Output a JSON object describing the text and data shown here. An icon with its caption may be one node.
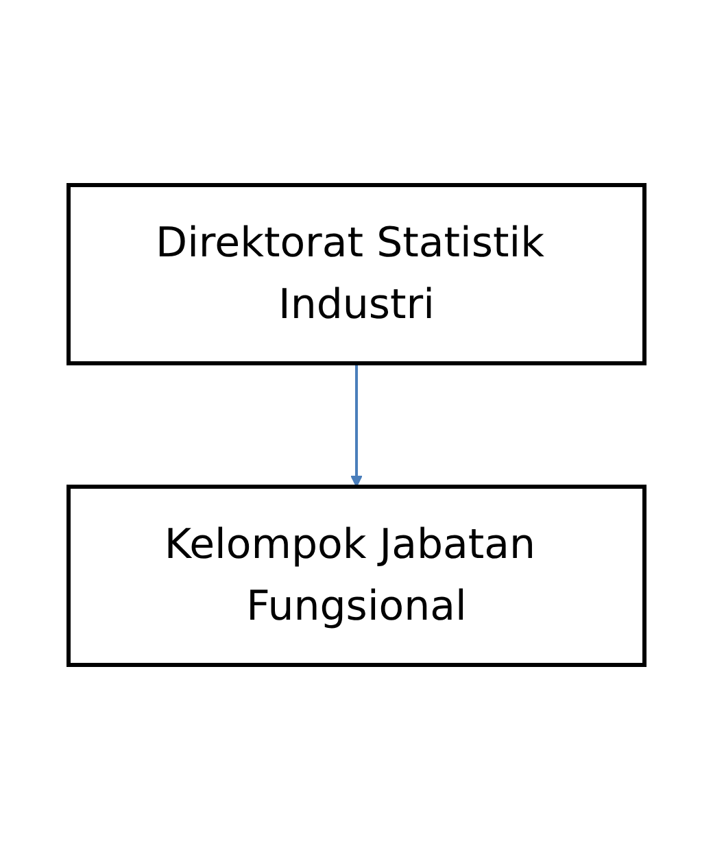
{
  "diagram": {
    "nodes": [
      {
        "text": [
          "Direktorat Statistik Industri"
        ]
      },
      {
        "text": [
          "Kelompok Jabatan Fungsional"
        ]
      }
    ],
    "edges": [
      {
        "from": 0,
        "to": 1,
        "arrow": "to"
      }
    ]
  }
}
